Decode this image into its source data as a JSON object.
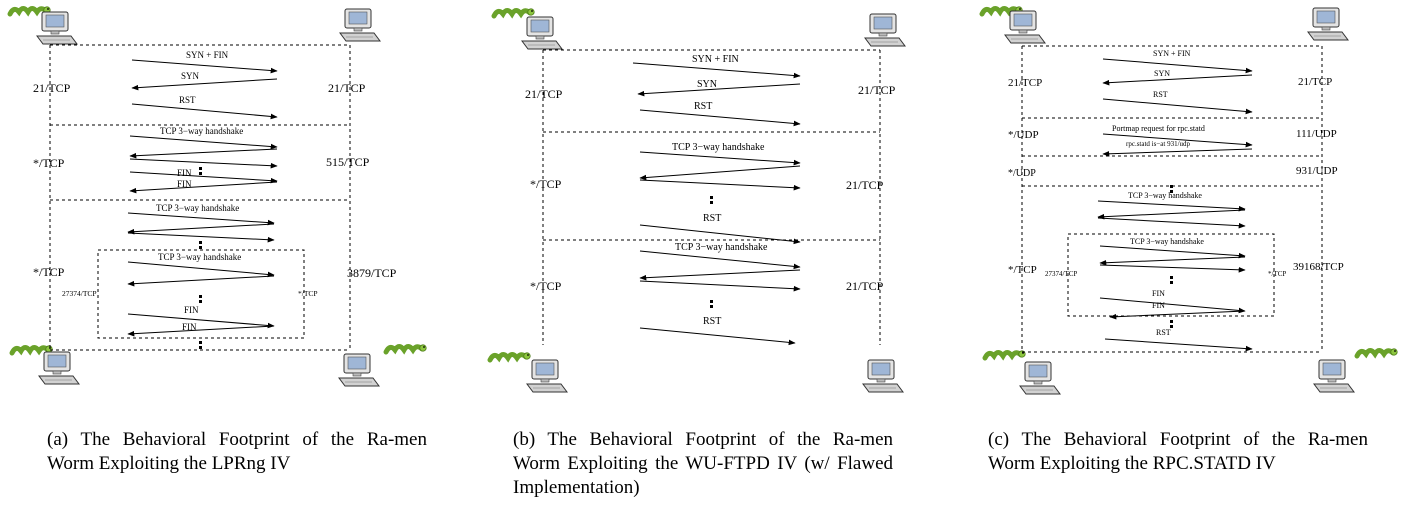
{
  "panels": [
    {
      "id": "a",
      "caption": "(a) The Behavioral Footprint of the Ra-men Worm Exploiting the LPRng IV",
      "port_labels": [
        "21/TCP",
        "21/TCP",
        "*/TCP",
        "515/TCP",
        "*/TCP",
        "3879/TCP",
        "27374/TCP",
        "*/TCP"
      ],
      "message_labels": [
        "SYN + FIN",
        "SYN",
        "RST",
        "TCP 3−way handshake",
        "FIN",
        "FIN",
        "TCP 3−way handshake",
        "TCP 3−way handshake",
        "FIN",
        "FIN"
      ]
    },
    {
      "id": "b",
      "caption": "(b) The Behavioral Footprint of the Ra-men Worm Exploiting the WU-FTPD IV (w/ Flawed Implementation)",
      "port_labels": [
        "21/TCP",
        "21/TCP",
        "*/TCP",
        "21/TCP",
        "*/TCP",
        "21/TCP"
      ],
      "message_labels": [
        "SYN + FIN",
        "SYN",
        "RST",
        "TCP 3−way handshake",
        "RST",
        "TCP 3−way handshake",
        "RST"
      ]
    },
    {
      "id": "c",
      "caption": "(c) The Behavioral Footprint of the Ra-men Worm Exploiting the RPC.STATD IV",
      "port_labels": [
        "21/TCP",
        "21/TCP",
        "*/UDP",
        "111/UDP",
        "*/UDP",
        "931/UDP",
        "*/TCP",
        "39168/TCP",
        "27374/TCP",
        "*/TCP"
      ],
      "message_labels": [
        "SYN + FIN",
        "SYN",
        "RST",
        "Portmap request for rpc.statd",
        "rpc.statd is−at 931/udp",
        "TCP 3−way handshake",
        "TCP 3−way handshake",
        "FIN",
        "FIN",
        "RST"
      ]
    }
  ]
}
